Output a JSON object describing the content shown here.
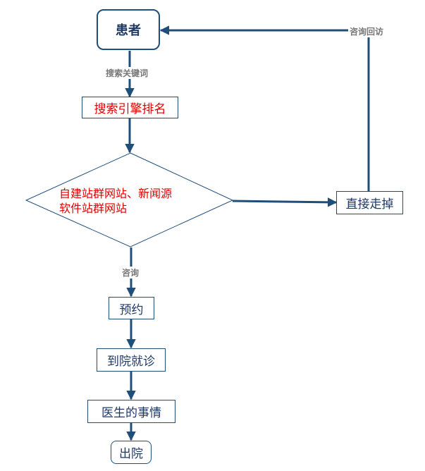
{
  "nodes": {
    "patient": "患者",
    "search_rank": "搜索引擎排名",
    "sites_line1": "自建站群网站、新闻源",
    "sites_line2": "软件站群网站",
    "leave": "直接走掉",
    "appointment": "预约",
    "visit": "到院就诊",
    "doctor": "医生的事情",
    "discharge": "出院"
  },
  "edges": {
    "search_keywords": "搜索关键词",
    "consult": "咨询",
    "consult_return": "咨询回访"
  },
  "colors": {
    "line": "#1f4e79",
    "node_text": "#1f3864",
    "highlight_text": "#e00000",
    "edge_label": "#777777"
  }
}
